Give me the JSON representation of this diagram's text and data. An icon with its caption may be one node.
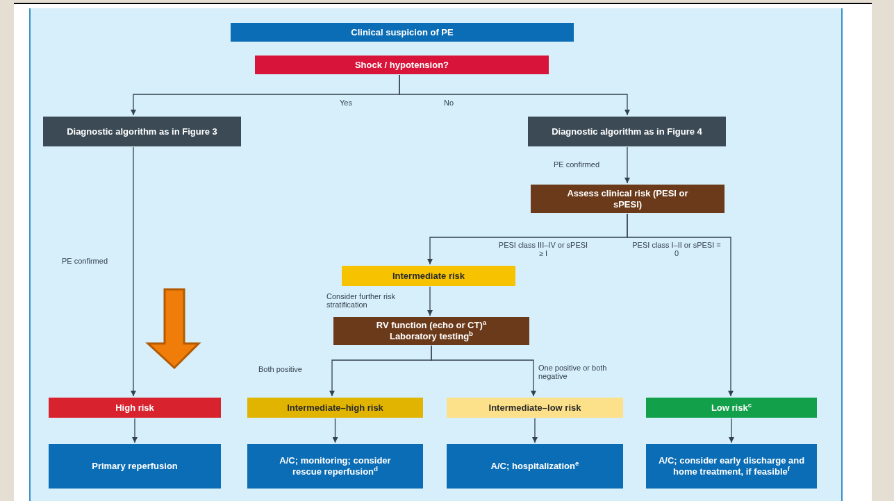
{
  "diagram": {
    "nodes": [
      {
        "text": [
          "Clinical suspicion of PE"
        ]
      },
      {
        "text": [
          "Shock / hypotension?"
        ]
      },
      {
        "text": [
          "Diagnostic algorithm as in Figure 3"
        ]
      },
      {
        "text": [
          "Diagnostic algorithm as in Figure 4"
        ]
      },
      {
        "text": [
          "Assess clinical risk (PESI or sPESI)"
        ]
      },
      {
        "text": [
          "Intermediate risk"
        ]
      },
      {
        "text": [
          "RV function (echo or CT)$^{a}$",
          "Laboratory testing$^{b}$"
        ]
      },
      {
        "text": [
          "High risk"
        ]
      },
      {
        "text": [
          "Intermediate–high risk"
        ]
      },
      {
        "text": [
          "Intermediate–low risk"
        ]
      },
      {
        "text": [
          "Low risk$^{c}$"
        ]
      },
      {
        "text": [
          "Primary reperfusion"
        ]
      },
      {
        "text": [
          "A/C; monitoring; consider rescue reperfusion$^{d}$"
        ]
      },
      {
        "text": [
          "A/C; hospitalization$^{e}$"
        ]
      },
      {
        "text": [
          "A/C; consider early discharge and home treatment, if feasible$^{f}$"
        ]
      }
    ],
    "edges": [
      {
        "from": 1,
        "to": 2,
        "arrow": "to",
        "label": "Yes"
      },
      {
        "from": 1,
        "to": 3,
        "arrow": "to",
        "label": "No"
      },
      {
        "from": 2,
        "to": 7,
        "arrow": "to",
        "label": "PE confirmed"
      },
      {
        "from": 3,
        "to": 4,
        "arrow": "to",
        "label": "PE confirmed"
      },
      {
        "from": 4,
        "to": 5,
        "arrow": "to",
        "label": "PESI class III–IV or sPESI ≥ I"
      },
      {
        "from": 4,
        "to": 10,
        "arrow": "to",
        "label": "PESI class I–II or sPESI = 0"
      },
      {
        "from": 5,
        "to": 6,
        "arrow": "to",
        "label": "Consider further risk stratification"
      },
      {
        "from": 6,
        "to": 8,
        "arrow": "to",
        "label": "Both positive"
      },
      {
        "from": 6,
        "to": 9,
        "arrow": "to",
        "label": "One positive or both negative"
      },
      {
        "from": 7,
        "to": 11,
        "arrow": "to"
      },
      {
        "from": 8,
        "to": 12,
        "arrow": "to"
      },
      {
        "from": 9,
        "to": 13,
        "arrow": "to"
      },
      {
        "from": 10,
        "to": 14,
        "arrow": "to"
      }
    ]
  }
}
